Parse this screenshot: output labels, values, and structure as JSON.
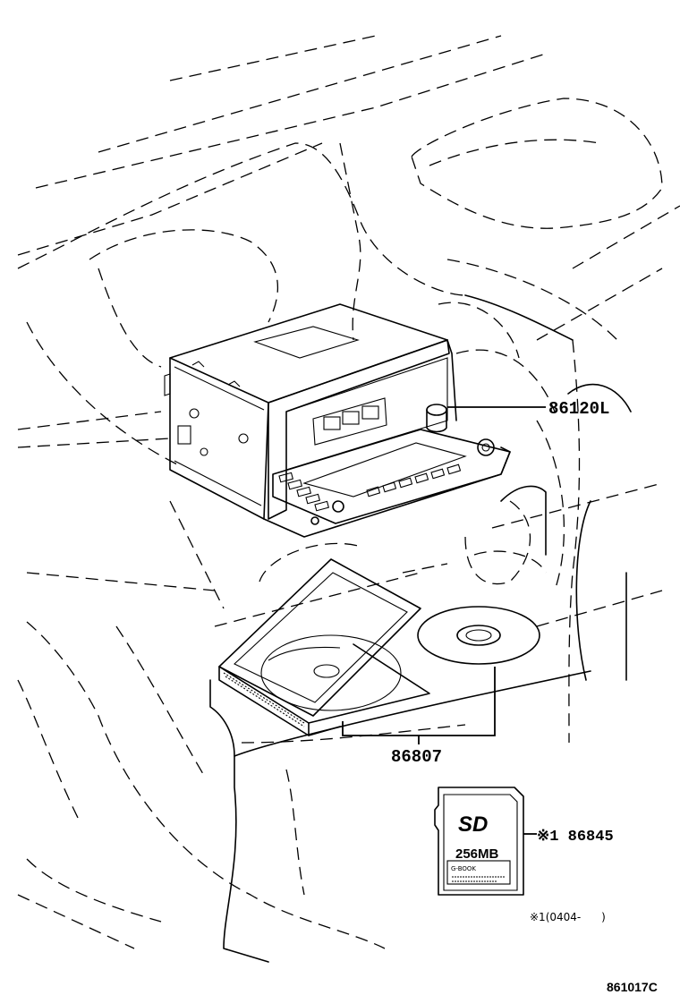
{
  "parts": {
    "nav_unit": "86120L",
    "disc_set": "86807",
    "sd_card": "※1 86845"
  },
  "sd_card_face": {
    "logo": "SD",
    "capacity": "256MB",
    "sticker": "G-BOOK"
  },
  "footnote": "※1(0404-      )",
  "figure_id": "861017C"
}
